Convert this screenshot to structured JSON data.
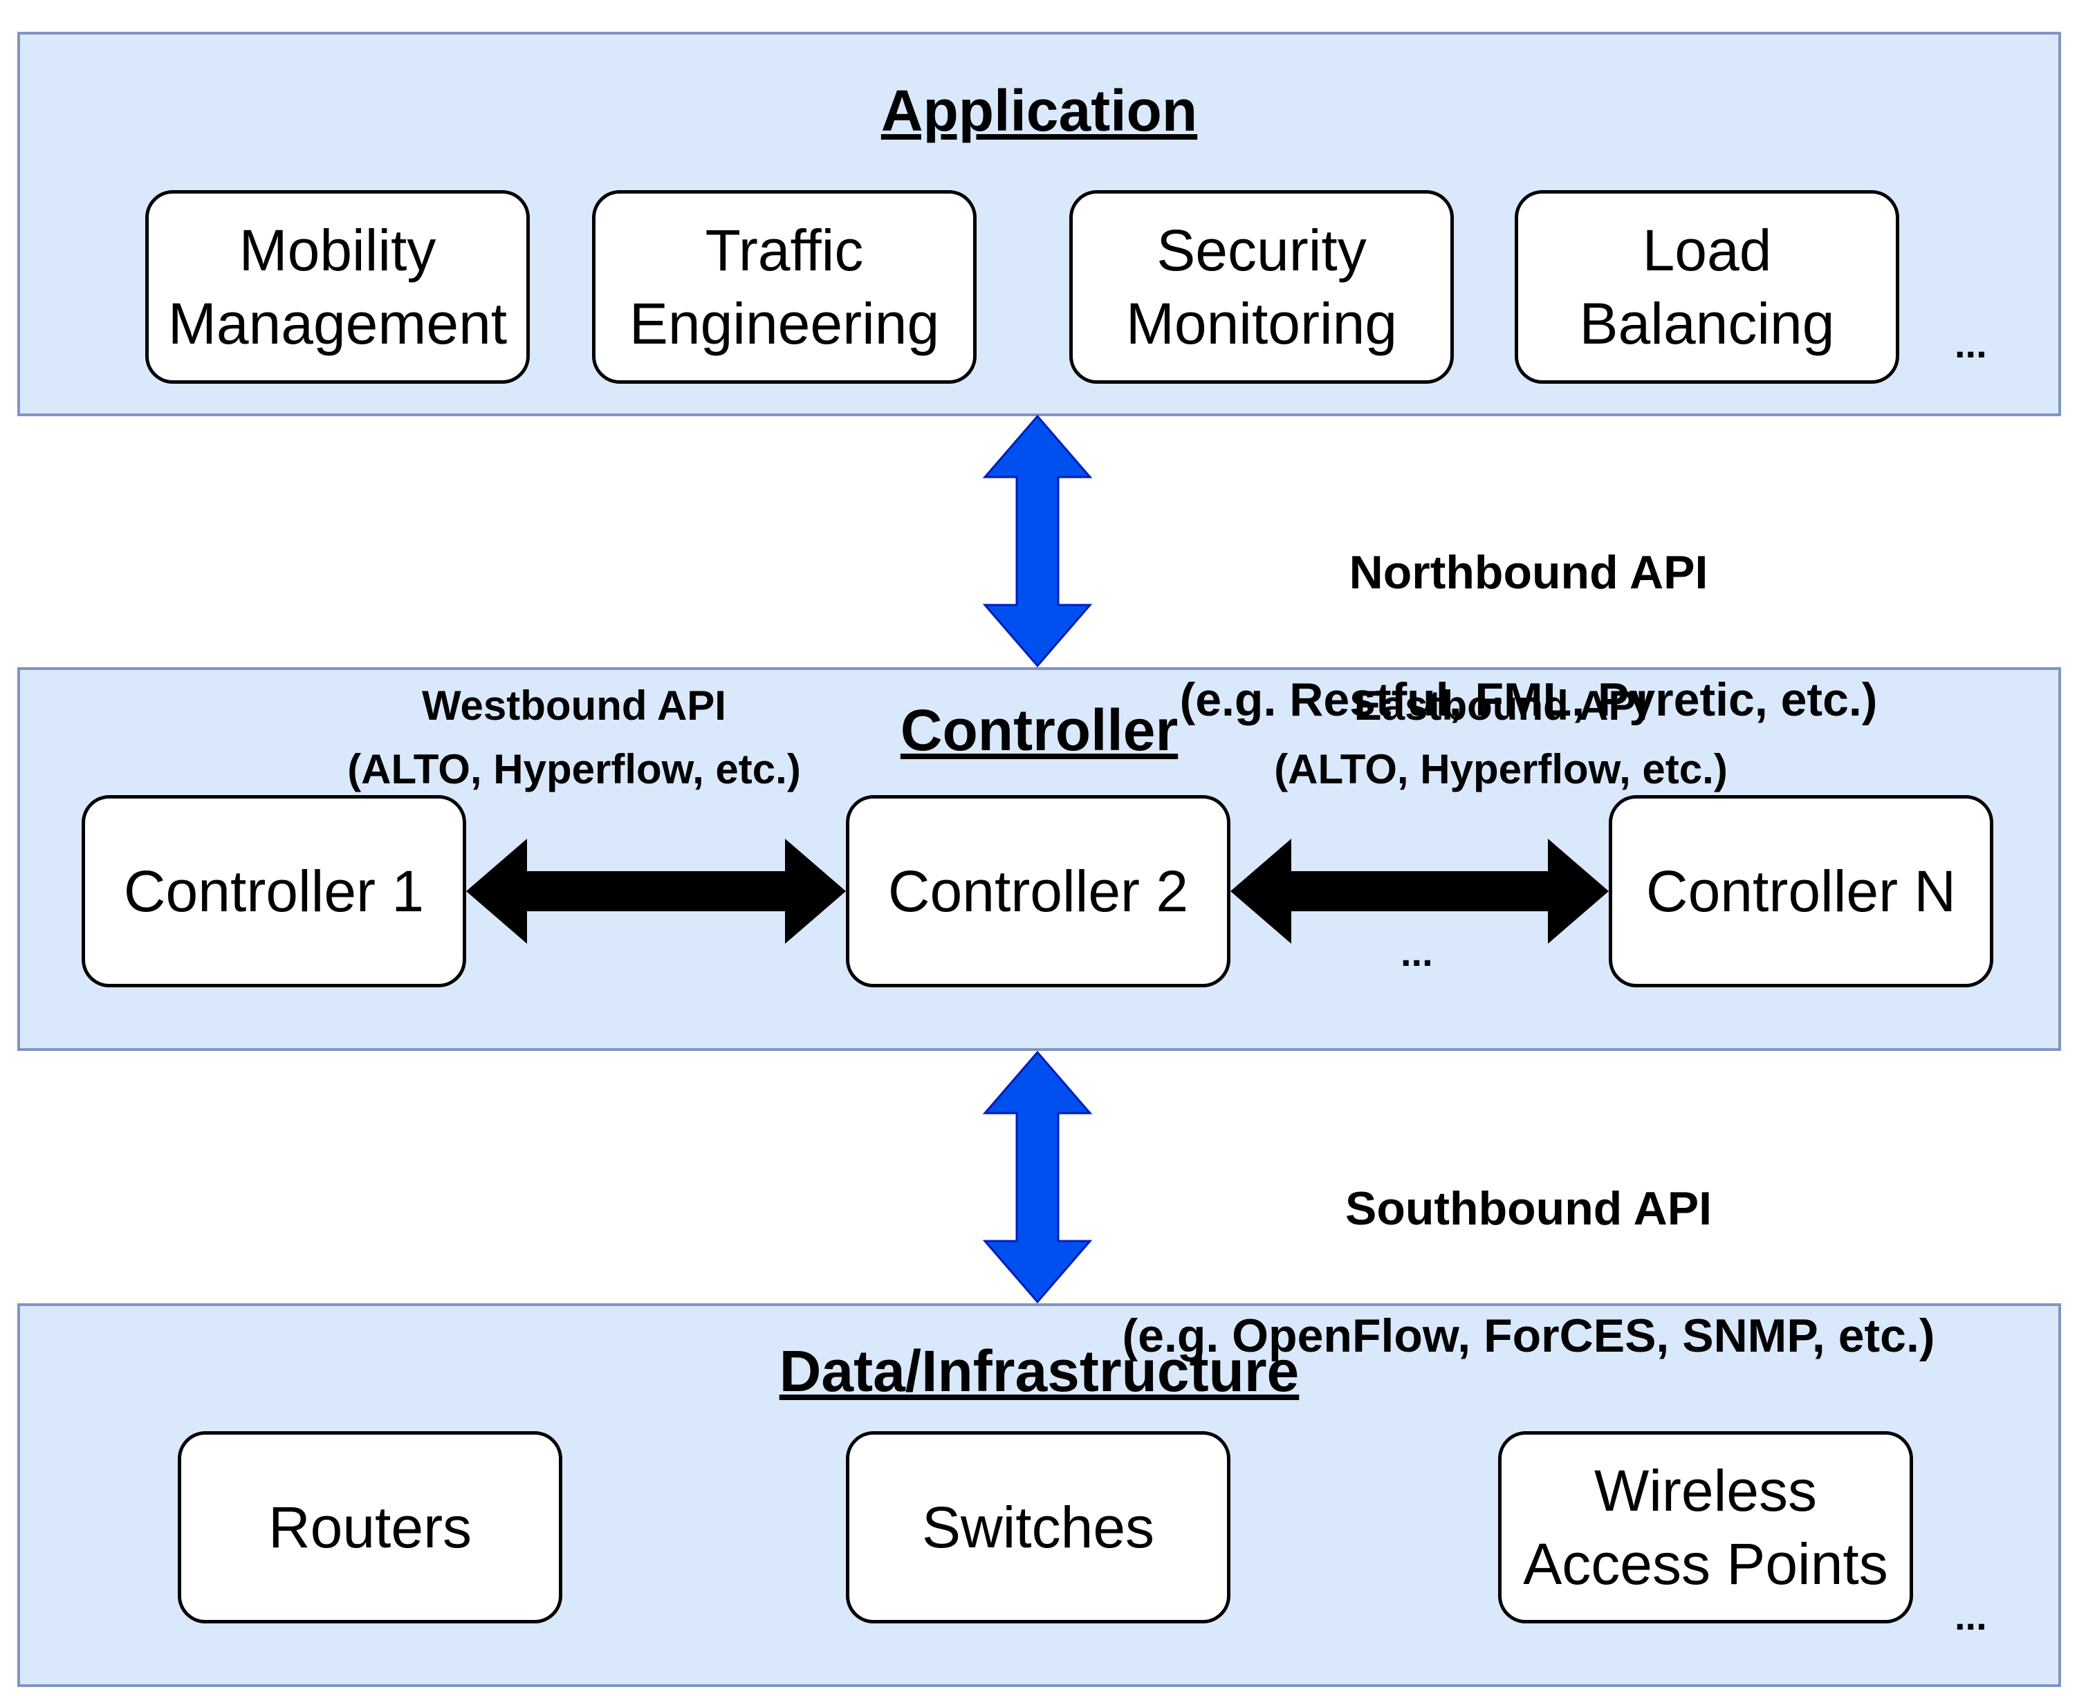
{
  "colors": {
    "layer_fill": "#dae8fc",
    "layer_border": "#7f95c2",
    "vertical_arrow": "#0050ef",
    "horizontal_arrow": "#000000"
  },
  "application": {
    "title": "Application",
    "items": [
      "Mobility\nManagement",
      "Traffic\nEngineering",
      "Security\nMonitoring",
      "Load\nBalancing"
    ],
    "more": "..."
  },
  "northbound": {
    "title": "Northbound API",
    "examples": "(e.g. Restful, FML, Pyretic, etc.)"
  },
  "controller": {
    "title": "Controller",
    "westbound": "Westbound API\n(ALTO, Hyperflow, etc.)",
    "eastbound": "Eastbound API\n(ALTO, Hyperflow, etc.)",
    "items": [
      "Controller 1",
      "Controller 2",
      "Controller N"
    ],
    "more": "..."
  },
  "southbound": {
    "title": "Southbound API",
    "examples": "(e.g. OpenFlow, ForCES, SNMP, etc.)"
  },
  "infrastructure": {
    "title": "Data/Infrastructure",
    "items": [
      "Routers",
      "Switches",
      "Wireless\nAccess Points"
    ],
    "more": "..."
  }
}
